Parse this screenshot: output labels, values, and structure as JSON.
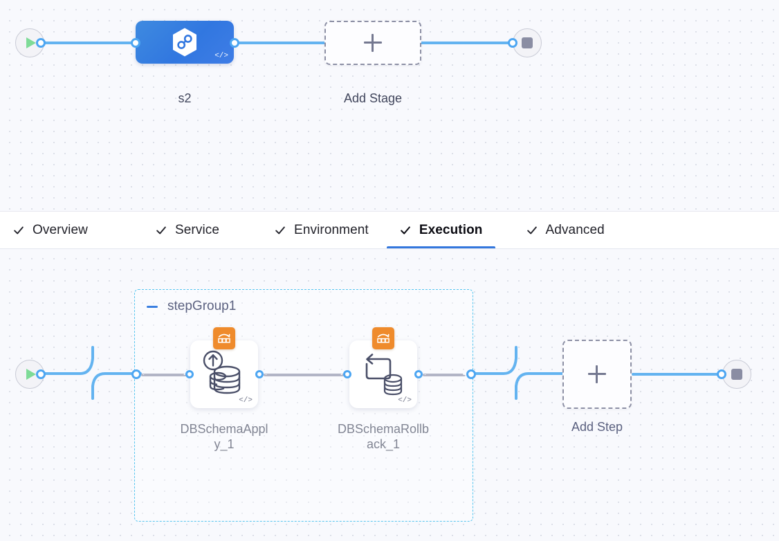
{
  "stage_canvas": {
    "start_node": {
      "name": "pipeline-start",
      "icon": "play-icon"
    },
    "end_node": {
      "name": "pipeline-end",
      "icon": "stop-icon"
    },
    "stage": {
      "label": "s2",
      "icon": "harness-cd-icon",
      "code_badge": "</>"
    },
    "add_stage": {
      "label": "Add Stage",
      "icon": "plus-icon"
    }
  },
  "tabs": {
    "items": [
      {
        "label": "Overview",
        "icon": "check-icon",
        "active": false
      },
      {
        "label": "Service",
        "icon": "check-icon",
        "active": false
      },
      {
        "label": "Environment",
        "icon": "check-icon",
        "active": false
      },
      {
        "label": "Execution",
        "icon": "check-icon",
        "active": true
      },
      {
        "label": "Advanced",
        "icon": "check-icon",
        "active": false
      }
    ],
    "active_accent": "#3377dd"
  },
  "execution_canvas": {
    "start_node": {
      "name": "execution-start",
      "icon": "play-icon"
    },
    "end_node": {
      "name": "execution-end",
      "icon": "stop-icon"
    },
    "step_group": {
      "title": "stepGroup1",
      "collapse_icon": "minus-icon",
      "border_color": "#56c5ef",
      "steps": [
        {
          "label": "DBSchemaApply_1",
          "label_wrapped": "DBSchemaAppl\ny_1",
          "icon": "db-schema-apply-icon",
          "template_badge": "template-icon",
          "code_badge": "</>"
        },
        {
          "label": "DBSchemaRollback_1",
          "label_wrapped": "DBSchemaRollb\nack_1",
          "icon": "db-schema-rollback-icon",
          "template_badge": "template-icon",
          "code_badge": "</>"
        }
      ]
    },
    "add_step": {
      "label": "Add Step",
      "icon": "plus-icon"
    }
  },
  "colors": {
    "canvas_bg": "#f8f9fd",
    "link": "#63b3f0",
    "port": "#4DA6F2",
    "stage_blue": "#3177e0",
    "template_orange": "#ef8b2c",
    "dashed_link": "#b2b5c6"
  }
}
